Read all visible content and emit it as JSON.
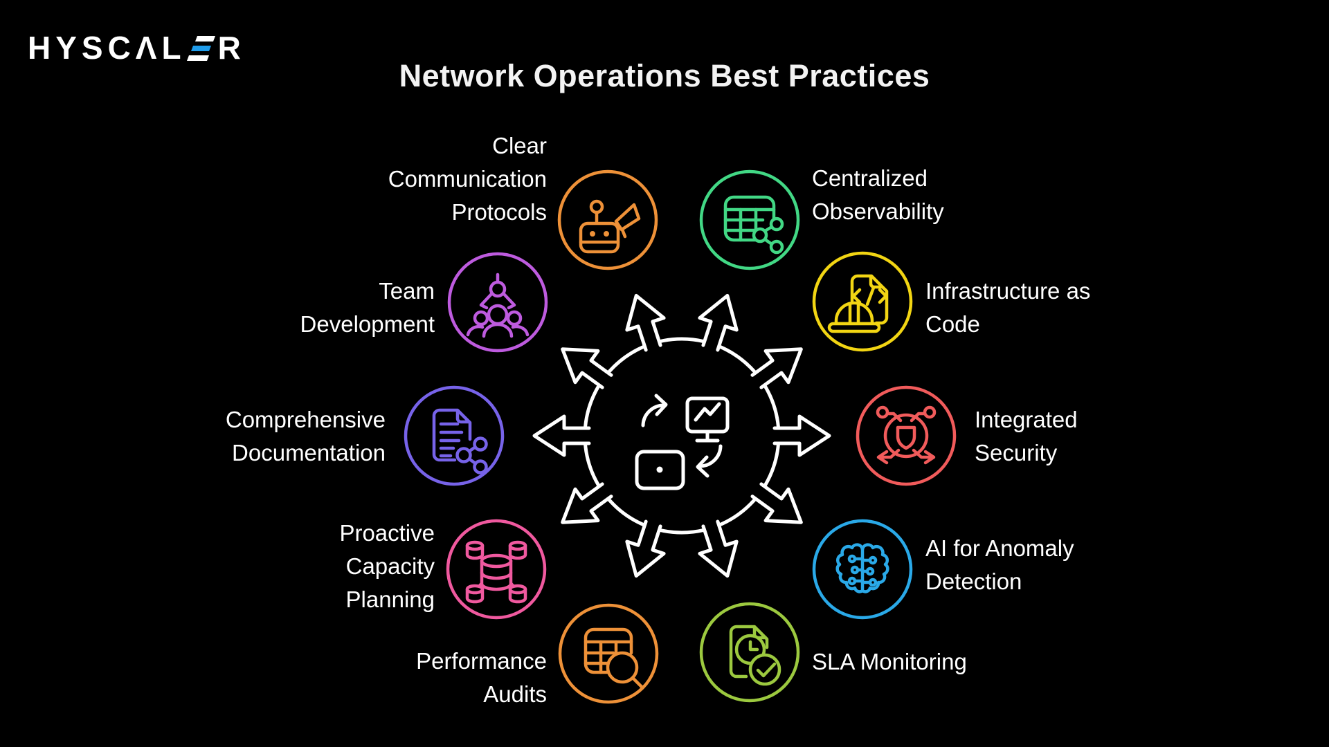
{
  "background_color": "#000000",
  "logo": {
    "prefix": "HYSCΛL",
    "suffix": "R",
    "accent_color": "#1E9BE9",
    "bar_color": "#FFFFFF"
  },
  "title": "Network Operations Best Practices",
  "center_hub": {
    "icon": "device-sync-icon",
    "color": "#FFFFFF",
    "arrow_count": 10
  },
  "items": [
    {
      "id": "clear-communication-protocols",
      "label_lines": [
        "Clear",
        "Communication",
        "Protocols"
      ],
      "color": "#EE9138",
      "icon": "robot-megaphone-icon"
    },
    {
      "id": "centralized-observability",
      "label_lines": [
        "Centralized",
        "Observability"
      ],
      "color": "#42D885",
      "icon": "data-table-share-icon"
    },
    {
      "id": "infrastructure-as-code",
      "label_lines": [
        "Infrastructure as",
        "Code"
      ],
      "color": "#F2D513",
      "icon": "code-document-hardhat-icon"
    },
    {
      "id": "integrated-security",
      "label_lines": [
        "Integrated",
        "Security"
      ],
      "color": "#F15B5B",
      "icon": "shield-network-icon"
    },
    {
      "id": "ai-for-anomaly-detection",
      "label_lines": [
        "AI for Anomaly",
        "Detection"
      ],
      "color": "#2AA9E8",
      "icon": "circuit-brain-icon"
    },
    {
      "id": "sla-monitoring",
      "label_lines": [
        "SLA Monitoring"
      ],
      "color": "#9CC93F",
      "icon": "document-clock-check-icon"
    },
    {
      "id": "performance-audits",
      "label_lines": [
        "Performance",
        "Audits"
      ],
      "color": "#EE9138",
      "icon": "table-magnifier-icon"
    },
    {
      "id": "proactive-capacity-planning",
      "label_lines": [
        "Proactive",
        "Capacity",
        "Planning"
      ],
      "color": "#F0599F",
      "icon": "database-cluster-icon"
    },
    {
      "id": "comprehensive-documentation",
      "label_lines": [
        "Comprehensive",
        "Documentation"
      ],
      "color": "#7763E9",
      "icon": "document-share-icon"
    },
    {
      "id": "team-development",
      "label_lines": [
        "Team",
        "Development"
      ],
      "color": "#BE5BDF",
      "icon": "claw-people-icon"
    }
  ]
}
